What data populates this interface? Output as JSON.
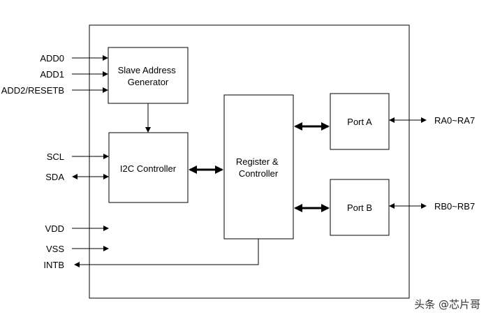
{
  "blocks": {
    "slave_address_generator": [
      "Slave Address",
      "Generator"
    ],
    "i2c_controller": [
      "I2C Controller"
    ],
    "register_controller": [
      "Register &",
      "Controller"
    ],
    "port_a": [
      "Port A"
    ],
    "port_b": [
      "Port B"
    ]
  },
  "pins": {
    "add0": "ADD0",
    "add1": "ADD1",
    "add2_resetb": "ADD2/RESETB",
    "scl": "SCL",
    "sda": "SDA",
    "vdd": "VDD",
    "vss": "VSS",
    "intb": "INTB",
    "ra": "RA0~RA7",
    "rb": "RB0~RB7"
  },
  "watermark": "头条 @芯片哥",
  "colors": {
    "stroke": "#000000",
    "background": "#ffffff"
  }
}
